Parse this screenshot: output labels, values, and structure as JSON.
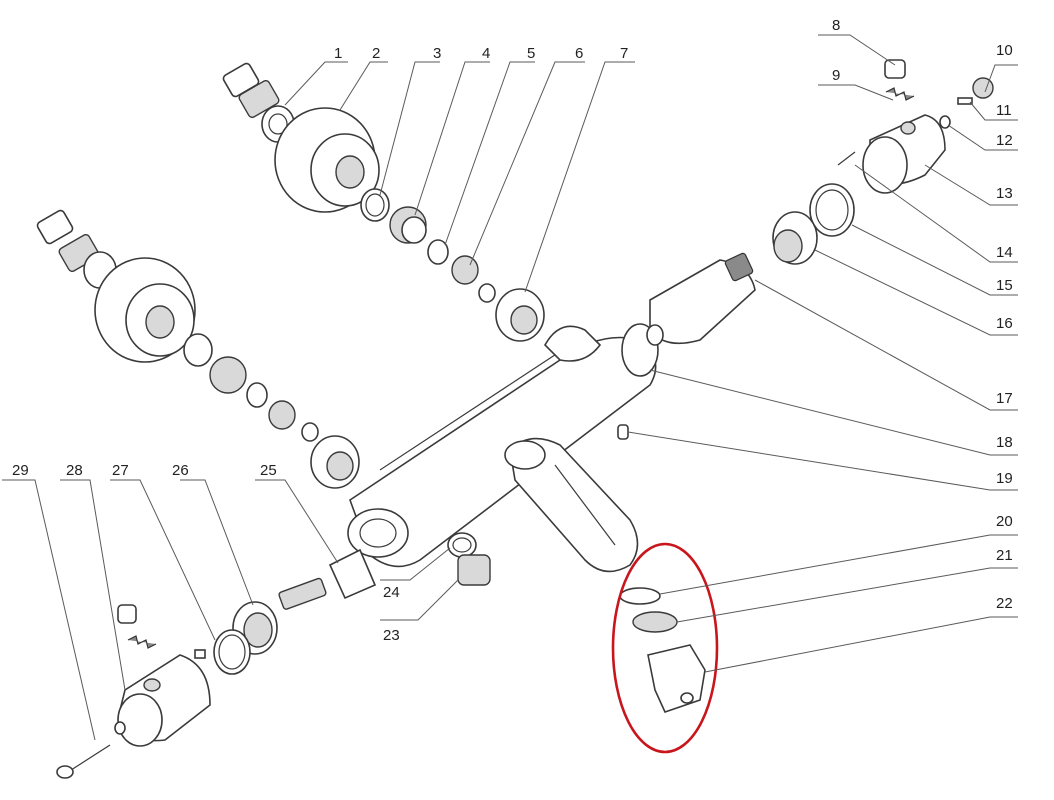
{
  "callouts": [
    {
      "id": "c1",
      "number": "1"
    },
    {
      "id": "c2",
      "number": "2"
    },
    {
      "id": "c3",
      "number": "3"
    },
    {
      "id": "c4",
      "number": "4"
    },
    {
      "id": "c5",
      "number": "5"
    },
    {
      "id": "c6",
      "number": "6"
    },
    {
      "id": "c7",
      "number": "7"
    },
    {
      "id": "c8",
      "number": "8"
    },
    {
      "id": "c9",
      "number": "9"
    },
    {
      "id": "c10",
      "number": "10"
    },
    {
      "id": "c11",
      "number": "11"
    },
    {
      "id": "c12",
      "number": "12"
    },
    {
      "id": "c13",
      "number": "13"
    },
    {
      "id": "c14",
      "number": "14"
    },
    {
      "id": "c15",
      "number": "15"
    },
    {
      "id": "c16",
      "number": "16"
    },
    {
      "id": "c17",
      "number": "17"
    },
    {
      "id": "c18",
      "number": "18"
    },
    {
      "id": "c19",
      "number": "19"
    },
    {
      "id": "c20",
      "number": "20"
    },
    {
      "id": "c21",
      "number": "21"
    },
    {
      "id": "c22",
      "number": "22"
    },
    {
      "id": "c23",
      "number": "23"
    },
    {
      "id": "c24",
      "number": "24"
    },
    {
      "id": "c25",
      "number": "25"
    },
    {
      "id": "c26",
      "number": "26"
    },
    {
      "id": "c27",
      "number": "27"
    },
    {
      "id": "c28",
      "number": "28"
    },
    {
      "id": "c29",
      "number": "29"
    }
  ],
  "highlight": {
    "color": "#c8161d",
    "encloses": [
      "20",
      "21",
      "22"
    ]
  }
}
